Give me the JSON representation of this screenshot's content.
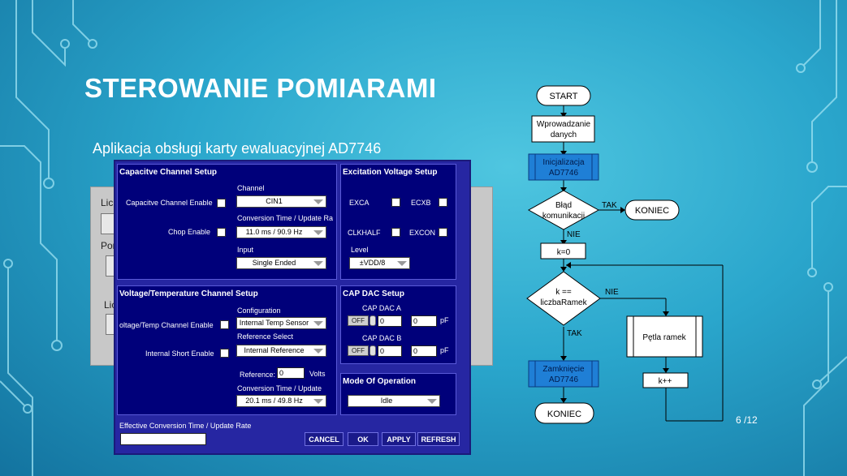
{
  "slide": {
    "title": "STEROWANIE POMIARAMI",
    "subtitle": "Aplikacja obsługi karty ewaluacyjnej AD7746",
    "page": "6 /12"
  },
  "background_window": {
    "labels": [
      "Lic",
      "Por",
      "Lic"
    ]
  },
  "app": {
    "capacitive": {
      "title": "Capacitve Channel Setup",
      "enable_label": "Capacitve Channel Enable",
      "chop_label": "Chop Enable",
      "channel_label": "Channel",
      "channel_value": "CIN1",
      "conv_label": "Conversion Time / Update Ra",
      "conv_value": "11.0  ms  / 90.9 Hz",
      "input_label": "Input",
      "input_value": "Single Ended"
    },
    "excitation": {
      "title": "Excitation Voltage Setup",
      "exca": "EXCA",
      "excb": "ECXB",
      "clkhalf": "CLKHALF",
      "excon": "EXCON",
      "level_label": "Level",
      "level_value": "±VDD/8"
    },
    "voltage": {
      "title": "Voltage/Temperature Channel Setup",
      "enable_label": "oltage/Temp Channel Enable",
      "short_label": "Internal Short Enable",
      "config_label": "Configuration",
      "config_value": "Internal Temp Sensor",
      "ref_select_label": "Reference Select",
      "ref_select_value": "Internal Reference",
      "reference_label": "Reference:",
      "reference_value": "0",
      "volts": "Volts",
      "conv_label": "Conversion Time / Update",
      "conv_value": "20.1 ms / 49.8 Hz"
    },
    "capdac": {
      "title": "CAP DAC Setup",
      "a_label": "CAP DAC A",
      "b_label": "CAP DAC B",
      "off": "OFF",
      "a_value": "0",
      "b_value": "0",
      "a_pf_value": "0",
      "b_pf_value": "0",
      "pf": "pF"
    },
    "mode": {
      "title": "Mode Of Operation",
      "value": "Idle"
    },
    "effective_label": "Effective Conversion Time / Update Rate",
    "effective_value": "",
    "buttons": {
      "cancel": "CANCEL",
      "ok": "OK",
      "apply": "APPLY",
      "refresh": "REFRESH"
    }
  },
  "flowchart": {
    "start": "START",
    "input_line1": "Wprowadzanie",
    "input_line2": "danych",
    "init_line1": "Inicjalizacja",
    "init_line2": "AD7746",
    "error_line1": "Błąd",
    "error_line2": "komunikacji",
    "tak1": "TAK",
    "nie1": "NIE",
    "end1": "KONIEC",
    "k0": "k=0",
    "loop_line1": "k ==",
    "loop_line2": "liczbaRamek",
    "nie2": "NIE",
    "tak2": "TAK",
    "frame_loop": "Pętla ramek",
    "kpp": "k++",
    "close_line1": "Zamknięcie",
    "close_line2": "AD7746",
    "end2": "KONIEC",
    "colors": {
      "process_fill": "#1f7fd6",
      "box_fill": "#ffffff"
    }
  }
}
